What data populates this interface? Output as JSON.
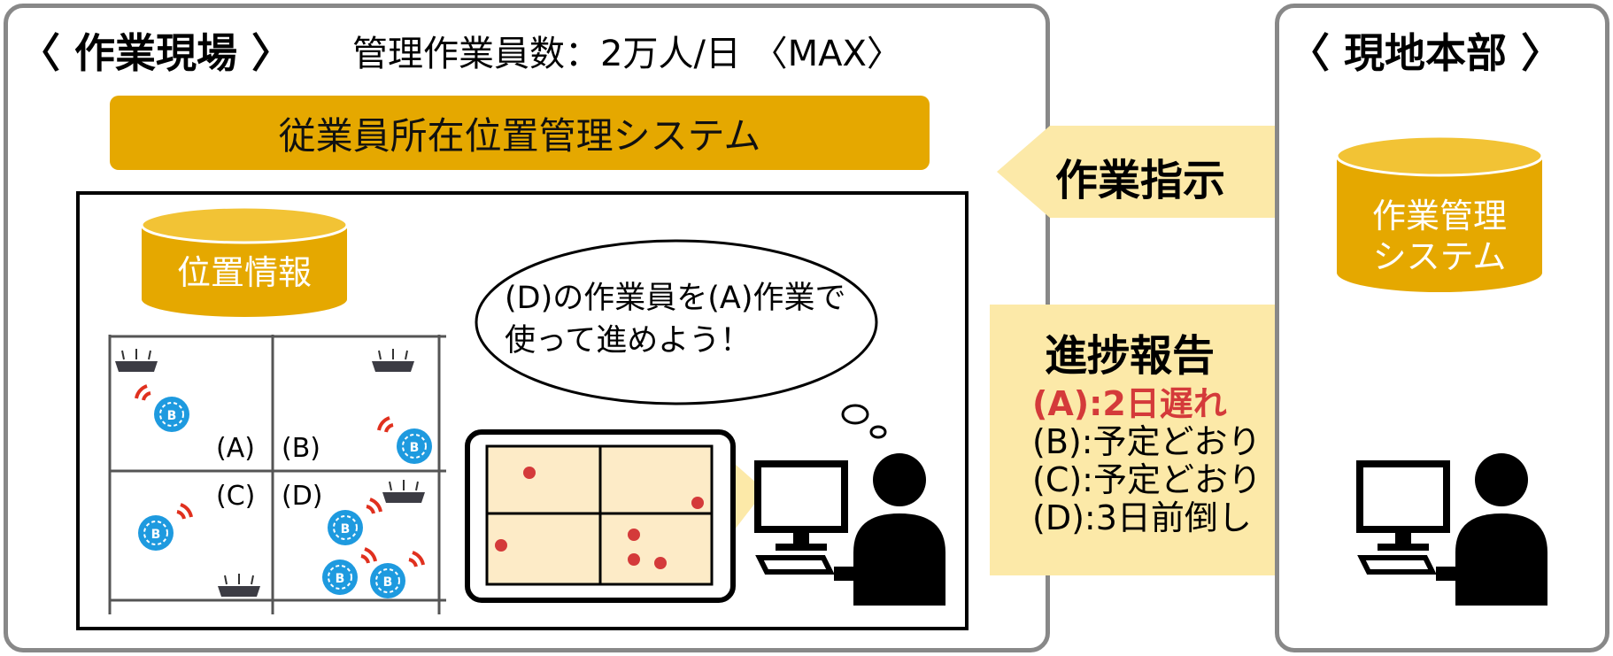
{
  "site": {
    "title": "〈 作業現場 〉",
    "subtitle": "管理作業員数：2万人/日 〈MAX〉",
    "banner": "従業員所在位置管理システム",
    "db_label": "位置情報",
    "cells": [
      "(A)",
      "(B)",
      "(C)",
      "(D)"
    ],
    "thought": [
      "(D)の作業員を(A)作業で",
      "使って進めよう！"
    ]
  },
  "hq": {
    "title": "〈 現地本部 〉",
    "db_label": [
      "作業管理",
      "システム"
    ]
  },
  "arrows": {
    "instruction": "作業指示",
    "report_title": "進捗報告",
    "report_lines": [
      {
        "text": "(A):2日遅れ",
        "highlight": true
      },
      {
        "text": "(B):予定どおり",
        "highlight": false
      },
      {
        "text": "(C):予定どおり",
        "highlight": false
      },
      {
        "text": "(D):3日前倒し",
        "highlight": false
      }
    ]
  },
  "colors": {
    "gold": "#E5A800",
    "pale_gold": "#FCE9A8",
    "screen_fill": "#FDEBC7",
    "dot_red": "#D43A3A",
    "beacon_blue": "#1E9ADF",
    "signal_red": "#E0301E",
    "frame_gray": "#888888"
  },
  "icons": [
    "router-icon",
    "beacon-icon",
    "person-at-computer-icon",
    "database-icon"
  ]
}
